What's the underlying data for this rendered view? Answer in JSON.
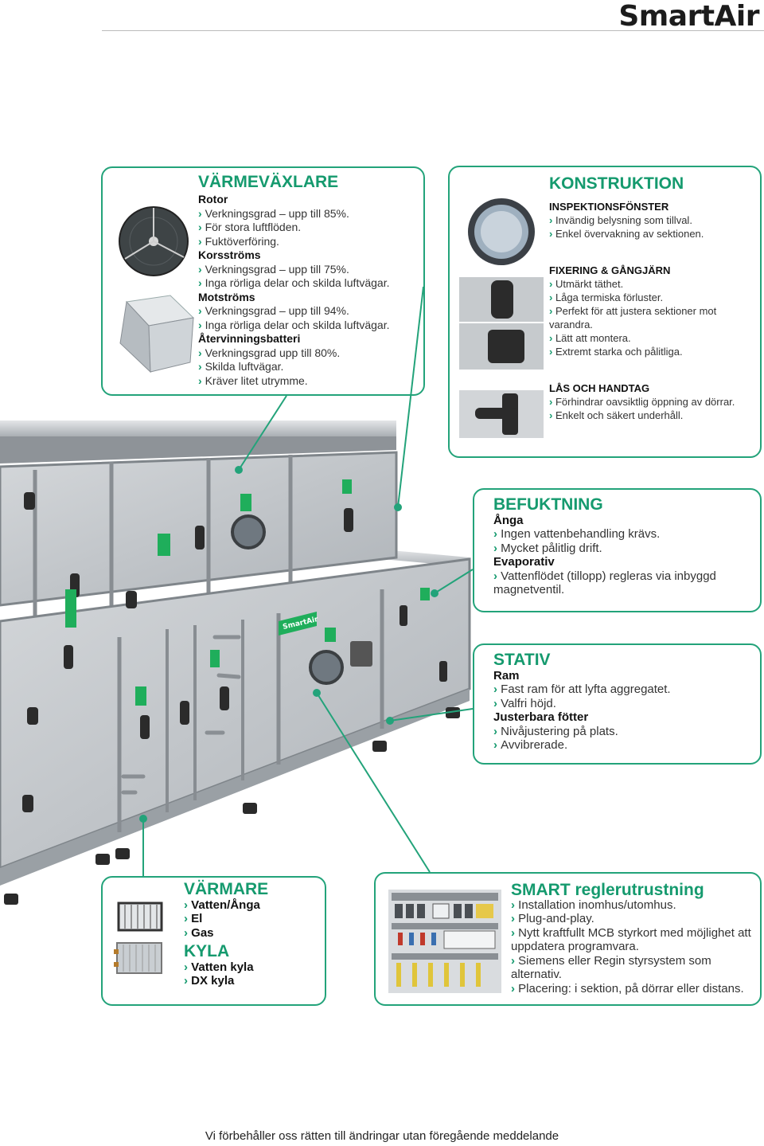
{
  "brand": "SmartAir",
  "footer": "Vi förbehåller oss rätten till ändringar utan föregående meddelande",
  "varmevaxlare": {
    "title": "VÄRMEVÄXLARE",
    "groups": [
      {
        "heading": "Rotor",
        "items": [
          "Verkningsgrad – upp till 85%.",
          "För stora luftflöden.",
          "Fuktöverföring."
        ]
      },
      {
        "heading": "Korsströms",
        "items": [
          "Verkningsgrad – upp till 75%.",
          "Inga rörliga delar och skilda luftvägar."
        ]
      },
      {
        "heading": "Motströms",
        "items": [
          "Verkningsgrad – upp till 94%.",
          "Inga rörliga delar och skilda luftvägar."
        ]
      },
      {
        "heading": "Återvinningsbatteri",
        "items": [
          "Verkningsgrad upp till 80%.",
          "Skilda luftvägar.",
          "Kräver litet utrymme."
        ]
      }
    ]
  },
  "konstruktion": {
    "title": "KONSTRUKTION",
    "groups": [
      {
        "heading": "INSPEKTIONSFÖNSTER",
        "items": [
          "Invändig belysning som tillval.",
          "Enkel övervakning av sektionen."
        ]
      },
      {
        "heading": "FIXERING & GÅNGJÄRN",
        "items": [
          "Utmärkt täthet.",
          "Låga termiska förluster.",
          "Perfekt för att justera sektioner mot varandra.",
          "Lätt att montera.",
          "Extremt starka och pålitliga."
        ]
      },
      {
        "heading": "LÅS OCH HANDTAG",
        "items": [
          "Förhindrar oavsiktlig öppning av dörrar.",
          "Enkelt och säkert underhåll."
        ]
      }
    ]
  },
  "befuktning": {
    "title": "BEFUKTNING",
    "groups": [
      {
        "heading": "Ånga",
        "items": [
          "Ingen vattenbehandling krävs.",
          "Mycket pålitlig drift."
        ]
      },
      {
        "heading": "Evaporativ",
        "items": [
          "Vattenflödet (tillopp) regleras via inbyggd magnetventil."
        ]
      }
    ]
  },
  "stativ": {
    "title": "STATIV",
    "groups": [
      {
        "heading": "Ram",
        "items": [
          "Fast ram för att lyfta aggregatet.",
          "Valfri höjd."
        ]
      },
      {
        "heading": "Justerbara fötter",
        "items": [
          "Nivåjustering på plats.",
          "Avvibrerade."
        ]
      }
    ]
  },
  "varmare": {
    "title": "VÄRMARE",
    "items": [
      "Vatten/Ånga",
      "El",
      "Gas"
    ],
    "title2": "KYLA",
    "items2": [
      "Vatten kyla",
      "DX kyla"
    ]
  },
  "smart": {
    "title": "SMART reglerutrustning",
    "items": [
      "Installation inomhus/utomhus.",
      "Plug-and-play.",
      "Nytt kraftfullt MCB styrkort med möjlighet att uppdatera programvara.",
      "Siemens eller Regin styrsystem som alternativ.",
      "Placering: i sektion, på dörrar eller distans."
    ]
  },
  "unit_logo": "SmartAir",
  "colors": {
    "accent": "#159a6e",
    "border": "#23a37a",
    "panel": "#c4c8cc",
    "frame": "#9aa0a6",
    "dark": "#2a2a2a"
  }
}
